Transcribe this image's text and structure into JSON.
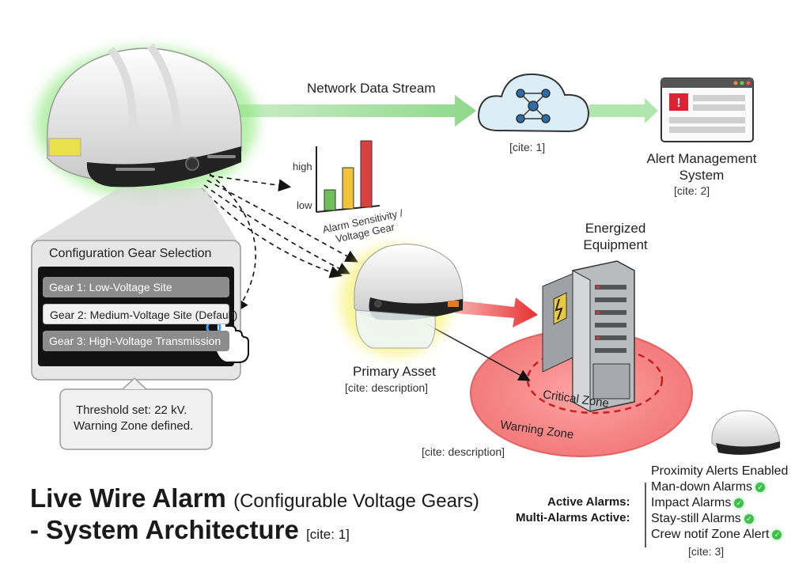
{
  "stream_label": "Network Data Stream",
  "cloud_cite": "[cite: 1]",
  "alert_system": {
    "title": "Alert Management System",
    "cite": "[cite: 2]"
  },
  "sensitivity_chart": {
    "high_label": "high",
    "low_label": "low",
    "axis_label": "Alarm Sensitivity / Voltage Gear"
  },
  "equipment_label": "Energized Equipment",
  "config_panel": {
    "title": "Configuration Gear Selection",
    "gears": [
      "Gear 1: Low-Voltage Site",
      "Gear 2: Medium-Voltage Site (Default)",
      "Gear 3: High-Voltage Transmission"
    ],
    "selected_index": 1,
    "note_line1": "Threshold set: 22 kV.",
    "note_line2": "Warning Zone defined."
  },
  "primary_asset": {
    "label": "Primary Asset",
    "cite": "[cite: description]"
  },
  "zones": {
    "critical": "Critical Zone",
    "warning": "Warning Zone",
    "cite": "[cite: description]"
  },
  "title": {
    "main": "Live Wire Alarm",
    "subtitle": "(Configurable Voltage Gears)",
    "line2": "- System Architecture",
    "cite": "[cite: 1]"
  },
  "alarms": {
    "header": "Proximity Alerts Enabled",
    "active_label": "Active Alarms:",
    "multi_label": "Multi-Alarms Active:",
    "items": [
      "Man-down Alarms",
      "Impact Alarms",
      "Stay-still Alarms",
      "Crew notif Zone Alert"
    ],
    "cite": "[cite: 3]"
  },
  "colors": {
    "stream_green": "#8ed88a",
    "alarm_red": "#e83030",
    "helmet_glow_green": "#6be35c",
    "helmet_glow_yellow": "#f2ea3c"
  }
}
